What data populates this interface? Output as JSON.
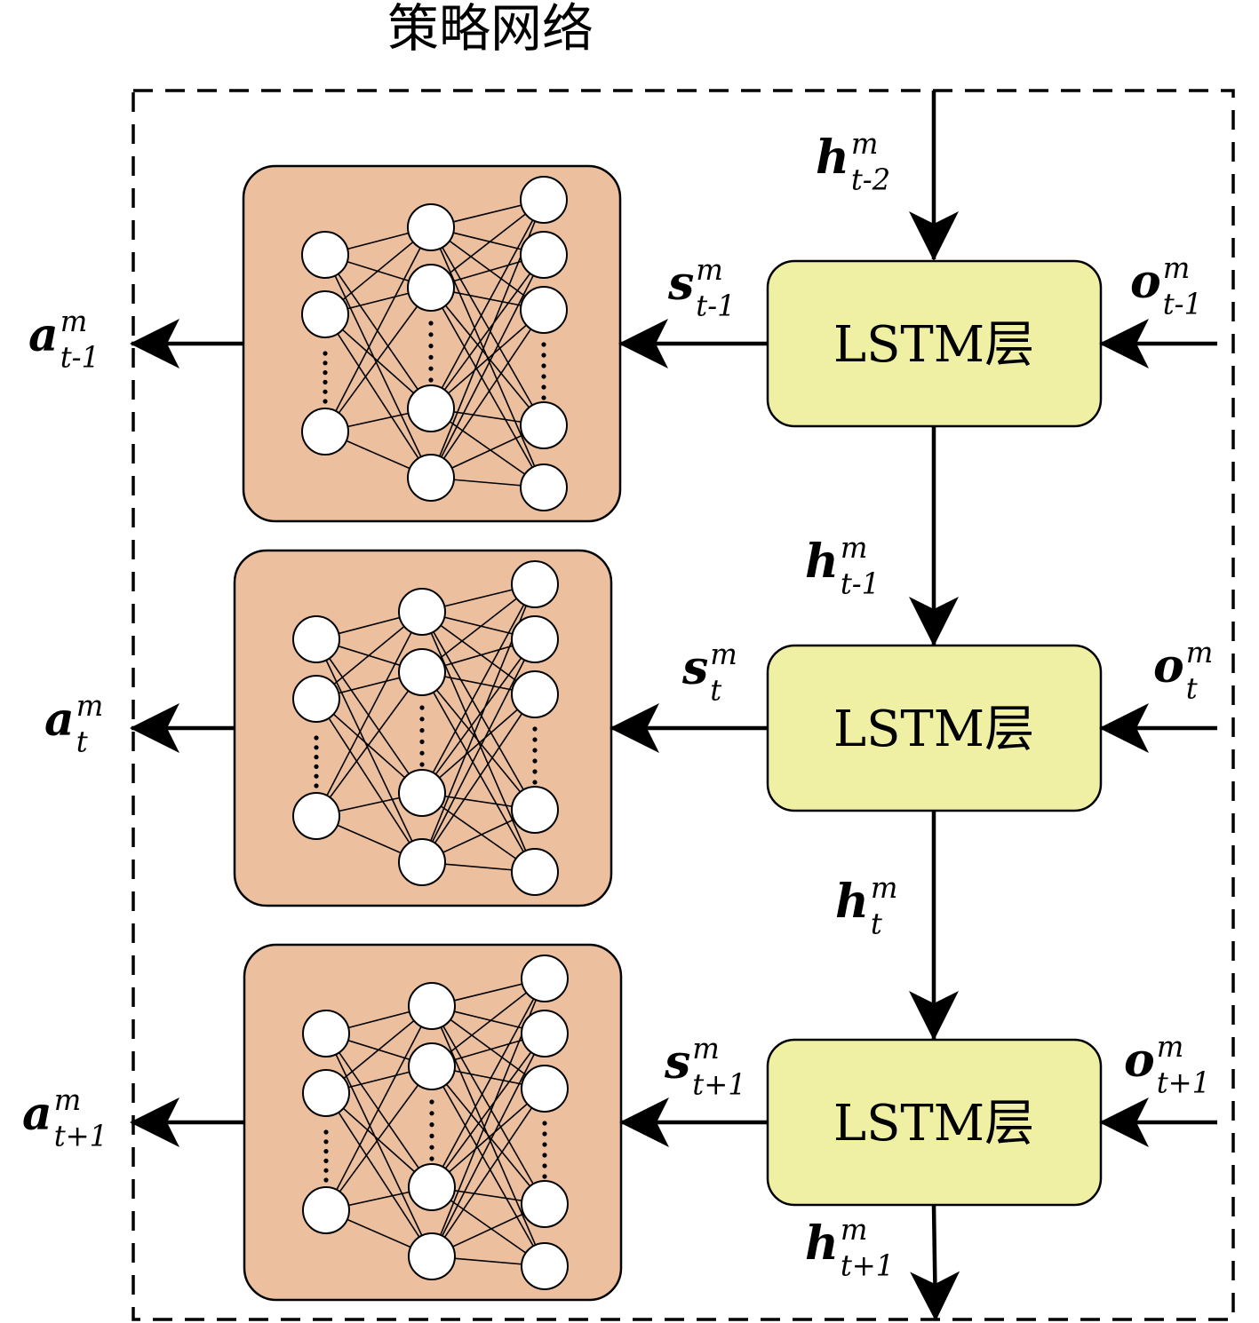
{
  "title": "策略网络",
  "colors": {
    "nn_fill": "#ecbf9f",
    "lstm_fill": "#eff0a4",
    "stroke": "#000000",
    "node_fill": "#ffffff"
  },
  "lstm_label": "LSTM层",
  "rows": [
    {
      "action": {
        "base": "a",
        "sup": "m",
        "sub": "t-1"
      },
      "state": {
        "base": "s",
        "sup": "m",
        "sub": "t-1"
      },
      "observation": {
        "base": "o",
        "sup": "m",
        "sub": "t-1"
      },
      "hidden_in": {
        "base": "h",
        "sup": "m",
        "sub": "t-2"
      }
    },
    {
      "action": {
        "base": "a",
        "sup": "m",
        "sub": "t"
      },
      "state": {
        "base": "s",
        "sup": "m",
        "sub": "t"
      },
      "observation": {
        "base": "o",
        "sup": "m",
        "sub": "t"
      },
      "hidden_in": {
        "base": "h",
        "sup": "m",
        "sub": "t-1"
      }
    },
    {
      "action": {
        "base": "a",
        "sup": "m",
        "sub": "t+1"
      },
      "state": {
        "base": "s",
        "sup": "m",
        "sub": "t+1"
      },
      "observation": {
        "base": "o",
        "sup": "m",
        "sub": "t+1"
      },
      "hidden_in": {
        "base": "h",
        "sup": "m",
        "sub": "t"
      }
    }
  ],
  "hidden_out": {
    "base": "h",
    "sup": "m",
    "sub": "t+1"
  }
}
